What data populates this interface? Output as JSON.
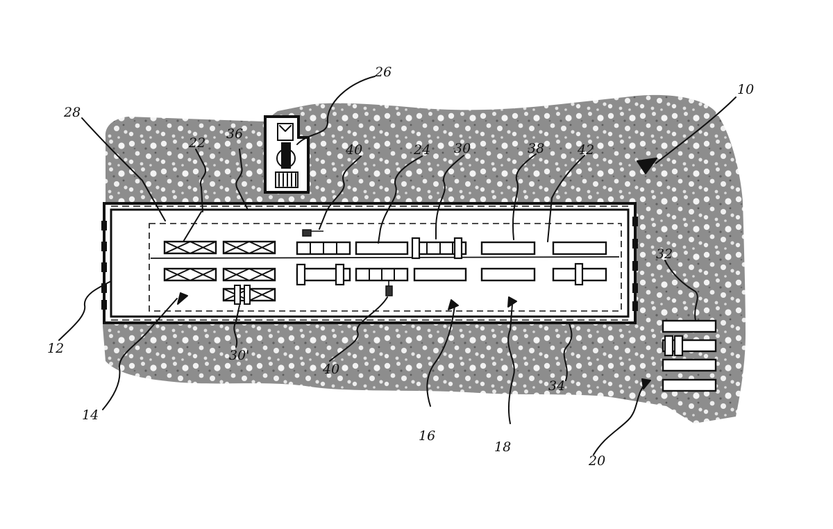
{
  "figure": {
    "labels": {
      "l10": "10",
      "l12": "12",
      "l14": "14",
      "l16": "16",
      "l18": "18",
      "l20": "20",
      "l22": "22",
      "l24": "24",
      "l26": "26",
      "l28": "28",
      "l30": "30",
      "l30p": "30'",
      "l32": "32",
      "l34": "34",
      "l36": "36",
      "l38": "38",
      "l40a": "40",
      "l40b": "40",
      "l42": "42"
    },
    "colors": {
      "ink": "#111111",
      "ground_dark": "#8a8a8a",
      "ground_light": "#f2f2f2",
      "paper": "#ffffff"
    },
    "patterns": {
      "ground_fill": "speckled-gravel"
    }
  }
}
